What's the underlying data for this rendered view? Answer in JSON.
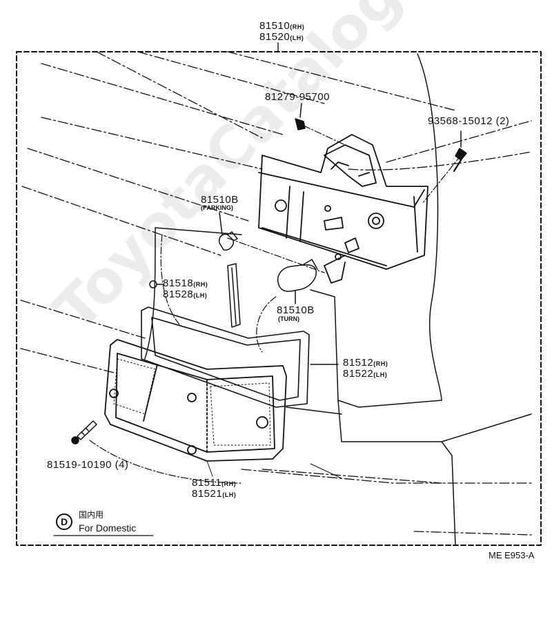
{
  "assembly": {
    "part_rh": "81510",
    "tag_rh": "(RH)",
    "part_lh": "81520",
    "tag_lh": "(LH)"
  },
  "screw_top": {
    "part": "81279-95700"
  },
  "screw_right": {
    "part": "93568-15012",
    "qty": "(2)"
  },
  "bulb_parking": {
    "part": "81510B",
    "note": "(PARKING)"
  },
  "bulb_turn": {
    "part": "81510B",
    "note": "(TURN)"
  },
  "reflector": {
    "part_rh": "81518",
    "tag_rh": "(RH)",
    "part_lh": "81528",
    "tag_lh": "(LH)"
  },
  "gasket": {
    "part_rh": "81512",
    "tag_rh": "(RH)",
    "part_lh": "81522",
    "tag_lh": "(LH)"
  },
  "lens": {
    "part_rh": "81511",
    "tag_rh": "(RH)",
    "part_lh": "81521",
    "tag_lh": "(LH)"
  },
  "screw_lens": {
    "part": "81519-10190",
    "qty": "(4)"
  },
  "legend": {
    "symbol": "D",
    "jp": "国内用",
    "en": "For Domestic"
  },
  "figure_code": "ME E953-A",
  "watermark": "ToyotaCatalog.ru",
  "colors": {
    "ink": "#111111",
    "paper": "#ffffff"
  }
}
